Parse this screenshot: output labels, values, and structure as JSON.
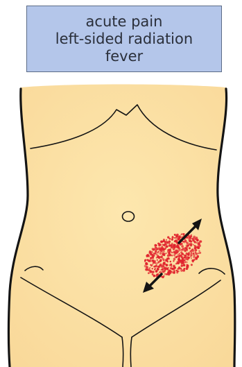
{
  "symptoms": {
    "lines": [
      "acute pain",
      "left-sided radiation",
      "fever"
    ],
    "box_color": "#b4c6ea",
    "border_color": "#5b6b86"
  },
  "illustration": {
    "skin_color": "#fde4a6",
    "outline_color": "#141414",
    "pain_dot_color": "#e0232d",
    "arrow_color": "#141414"
  }
}
